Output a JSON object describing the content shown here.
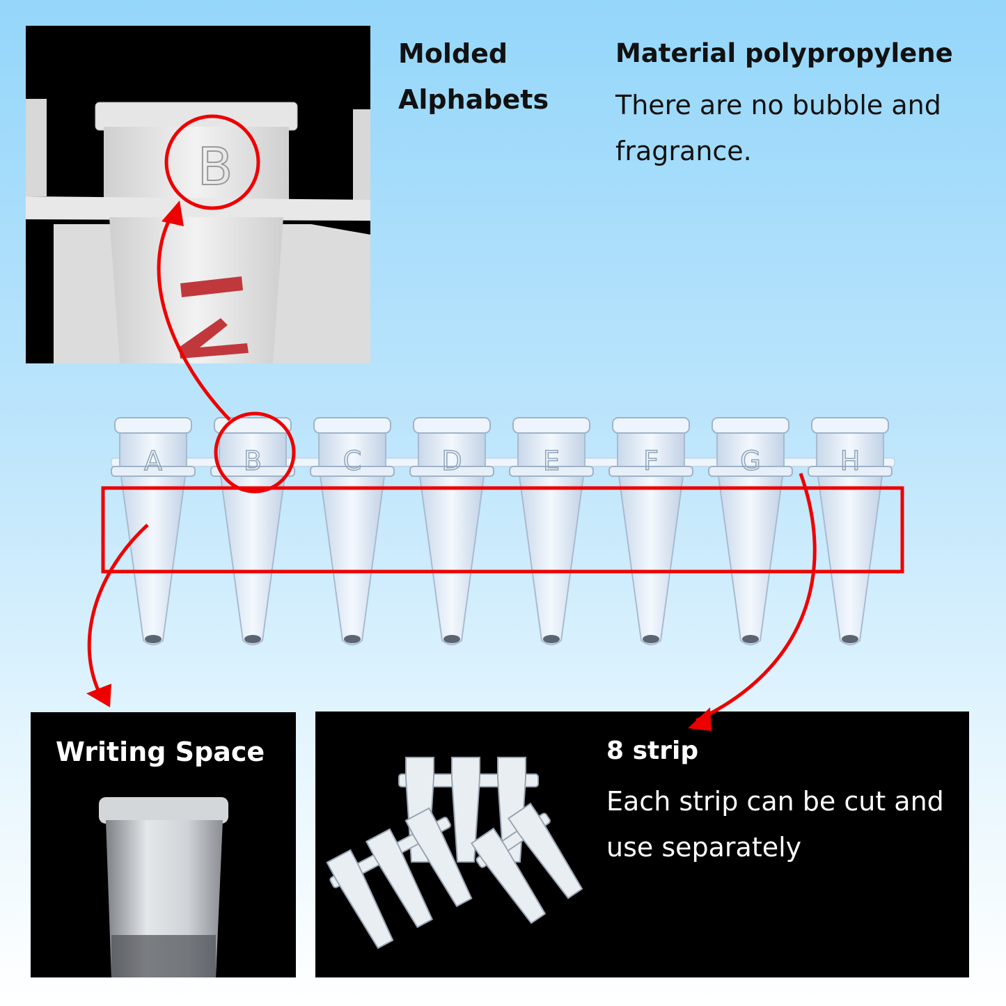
{
  "features": {
    "molded": {
      "line1": "Molded",
      "line2": "Alphabets"
    },
    "material": {
      "title": "Material polypropylene",
      "line1": "There are no bubble and",
      "line2": "fragrance."
    },
    "writing": {
      "title": "Writing Space"
    },
    "strip": {
      "title": "8 strip",
      "line1": "Each strip can be cut and",
      "line2": "use separately"
    }
  },
  "zoom": {
    "letter": "B"
  },
  "tube_letters": [
    "A",
    "B",
    "C",
    "D",
    "E",
    "F",
    "G",
    "H"
  ],
  "colors": {
    "accent": "#ee0000",
    "panel": "#000000"
  }
}
